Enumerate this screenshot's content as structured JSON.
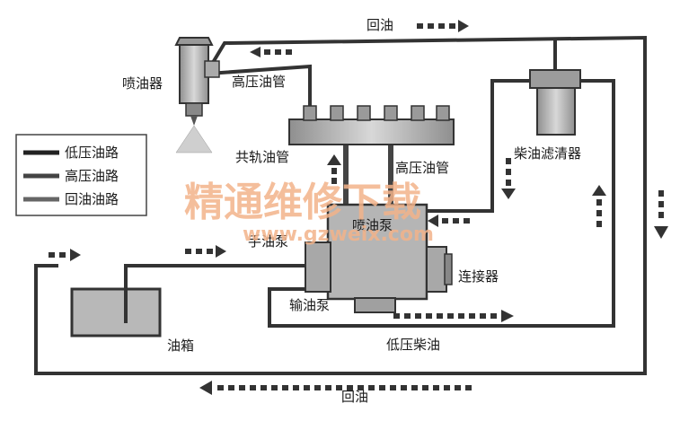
{
  "labels": {
    "return_top": "回油",
    "injector": "喷油器",
    "hp_pipe_top": "高压油管",
    "common_rail": "共轨油管",
    "hp_pipe_mid": "高压油管",
    "filter": "柴油滤清器",
    "pump": "喷油泵",
    "hand_pump": "手油泵",
    "connector": "连接器",
    "feed_pump": "输油泵",
    "low_pressure_diesel": "低压柴油",
    "tank": "油箱",
    "return_bottom": "回油"
  },
  "legend": [
    {
      "label": "低压油路"
    },
    {
      "label": "高压油路"
    },
    {
      "label": "回油油路"
    }
  ],
  "watermark": {
    "title": "精通维修下载",
    "url": "www.gzweix.com"
  },
  "colors": {
    "line": "#333333",
    "component_fill": "#b9b9b9",
    "arrow": "#333333",
    "watermark": "#f3b38a"
  }
}
